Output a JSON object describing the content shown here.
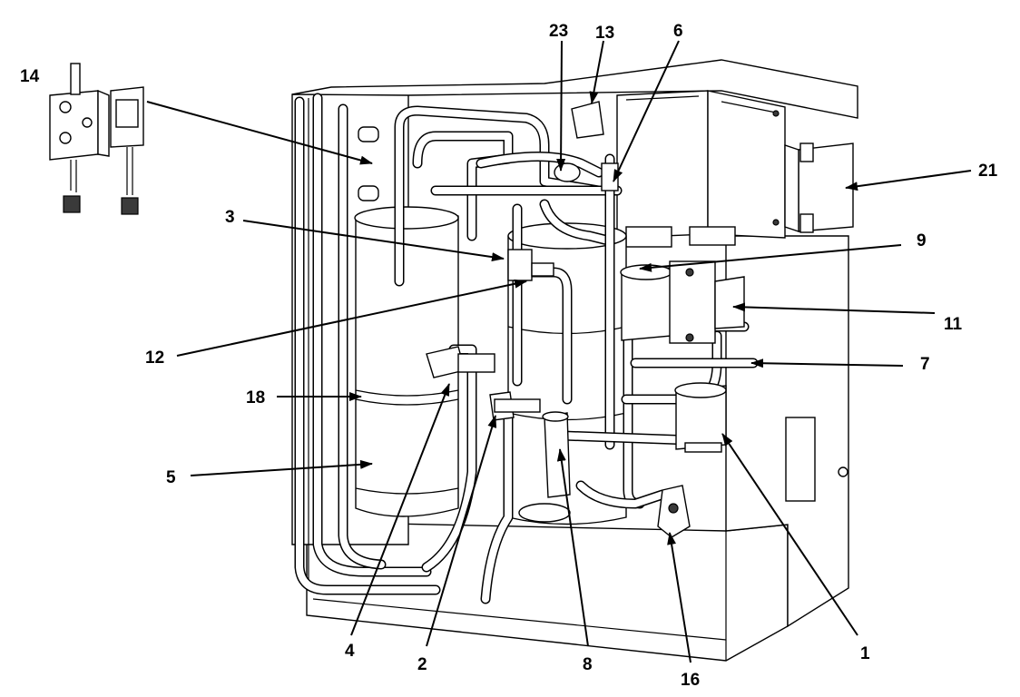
{
  "diagram": {
    "callouts": [
      {
        "id": "c1",
        "label": "1"
      },
      {
        "id": "c2",
        "label": "2"
      },
      {
        "id": "c3",
        "label": "3"
      },
      {
        "id": "c4",
        "label": "4"
      },
      {
        "id": "c5",
        "label": "5"
      },
      {
        "id": "c6",
        "label": "6"
      },
      {
        "id": "c7",
        "label": "7"
      },
      {
        "id": "c8",
        "label": "8"
      },
      {
        "id": "c9",
        "label": "9"
      },
      {
        "id": "c11",
        "label": "11"
      },
      {
        "id": "c12",
        "label": "12"
      },
      {
        "id": "c13",
        "label": "13"
      },
      {
        "id": "c14",
        "label": "14"
      },
      {
        "id": "c16",
        "label": "16"
      },
      {
        "id": "c18",
        "label": "18"
      },
      {
        "id": "c21",
        "label": "21"
      },
      {
        "id": "c23",
        "label": "23"
      }
    ]
  }
}
